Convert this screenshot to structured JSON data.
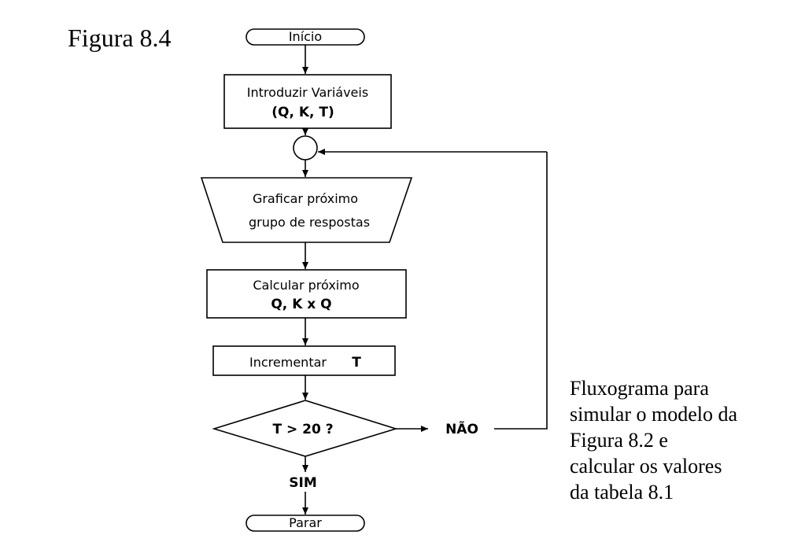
{
  "figure_label": "Figura 8.4",
  "flowchart": {
    "start": "Início",
    "input_line1": "Introduzir Variáveis",
    "input_line2": "(Q, K, T)",
    "plot_line1": "Graficar próximo",
    "plot_line2": "grupo de respostas",
    "calc_line1": "Calcular próximo",
    "calc_line2": "Q, K x Q",
    "increment_label": "Incrementar",
    "increment_var": "T",
    "decision": "T > 20 ?",
    "no_label": "NÃO",
    "yes_label": "SIM",
    "stop": "Parar"
  },
  "caption_lines": [
    "Fluxograma para",
    "simular o modelo da",
    "Figura 8.2 e",
    "calcular os valores",
    "da tabela 8.1"
  ]
}
